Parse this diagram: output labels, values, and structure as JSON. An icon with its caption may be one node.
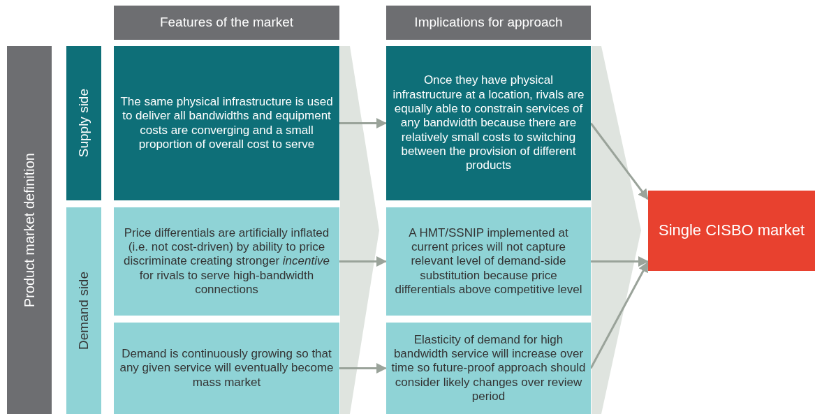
{
  "diagram": {
    "nodes": [
      {
        "text": [
          "Product market definition"
        ]
      },
      {
        "text": [
          "Supply side"
        ]
      },
      {
        "text": [
          "Demand side"
        ]
      },
      {
        "text": [
          "Features of the market"
        ]
      },
      {
        "text": [
          "Implications for approach"
        ]
      },
      {
        "text": [
          "The same physical infrastructure is used to deliver all bandwidths and equipment costs are converging and a small proportion of overall cost to serve"
        ]
      },
      {
        "text": [
          "Price differentials are artificially inflated (i.e. not cost-driven) by ability to price discriminate creating stronger *incentive* for rivals to serve high-bandwidth connections"
        ]
      },
      {
        "text": [
          "Demand is continuously growing so that any given service will eventually become mass market"
        ]
      },
      {
        "text": [
          "Once they have physical infrastructure at a location, rivals are equally able to constrain services of any bandwidth because there are relatively small costs to switching between the provision of different products"
        ]
      },
      {
        "text": [
          "A HMT/SSNIP implemented at current prices will not capture relevant level of demand-side substitution because price differentials above competitive level"
        ]
      },
      {
        "text": [
          "Elasticity of demand for high bandwidth service will increase over time so future-proof approach should consider likely changes over review period"
        ]
      },
      {
        "text": [
          "Single CISBO market"
        ]
      }
    ],
    "edges": [
      {
        "from": 5,
        "to": 8,
        "arrow": "to"
      },
      {
        "from": 6,
        "to": 9,
        "arrow": "to"
      },
      {
        "from": 7,
        "to": 10,
        "arrow": "to"
      },
      {
        "from": 8,
        "to": 11,
        "arrow": "to"
      },
      {
        "from": 9,
        "to": 11,
        "arrow": "to"
      },
      {
        "from": 10,
        "to": 11,
        "arrow": "to"
      }
    ]
  }
}
